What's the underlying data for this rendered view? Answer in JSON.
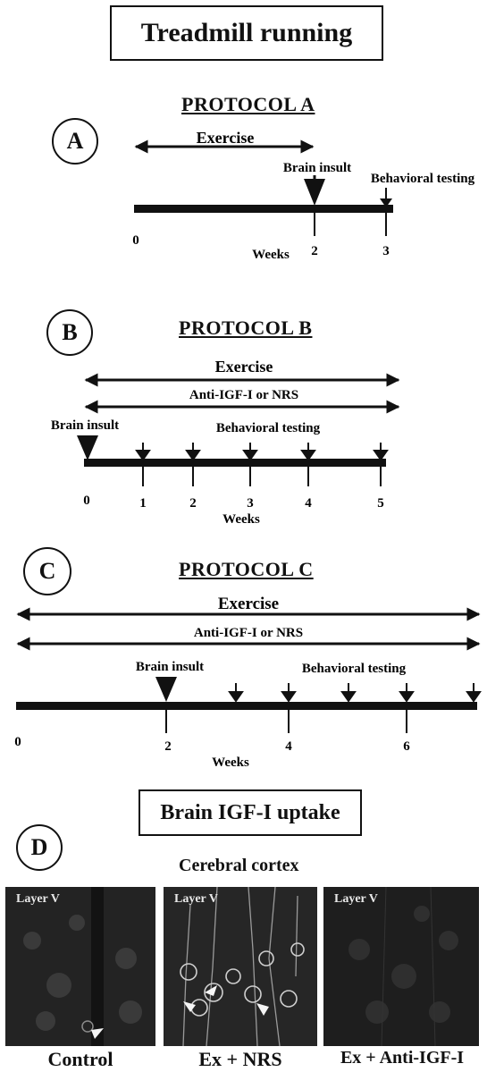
{
  "title": "Treadmill running",
  "protocols": [
    {
      "letter": "A",
      "title": "PROTOCOL  A",
      "bars": [
        "Exercise"
      ],
      "insult_label": "Brain insult",
      "testing_label": "Behavioral testing",
      "ticks": [
        "0",
        "2",
        "3"
      ],
      "axis_label": "Weeks"
    },
    {
      "letter": "B",
      "title": "PROTOCOL  B",
      "bars": [
        "Exercise",
        "Anti-IGF-I or NRS"
      ],
      "insult_label": "Brain insult",
      "testing_label": "Behavioral testing",
      "ticks": [
        "0",
        "1",
        "2",
        "3",
        "4",
        "5"
      ],
      "axis_label": "Weeks"
    },
    {
      "letter": "C",
      "title": "PROTOCOL  C",
      "bars": [
        "Exercise",
        "Anti-IGF-I or NRS"
      ],
      "insult_label": "Brain insult",
      "testing_label": "Behavioral testing",
      "ticks": [
        "0",
        "2",
        "4",
        "6"
      ],
      "axis_label": "Weeks"
    }
  ],
  "uptake": {
    "letter": "D",
    "title": "Brain IGF-I uptake",
    "subtitle": "Cerebral cortex",
    "panels": [
      {
        "layer": "Layer V",
        "caption": "Control"
      },
      {
        "layer": "Layer V",
        "caption": "Ex + NRS"
      },
      {
        "layer": "Layer V",
        "caption": "Ex + Anti-IGF-I"
      }
    ]
  }
}
